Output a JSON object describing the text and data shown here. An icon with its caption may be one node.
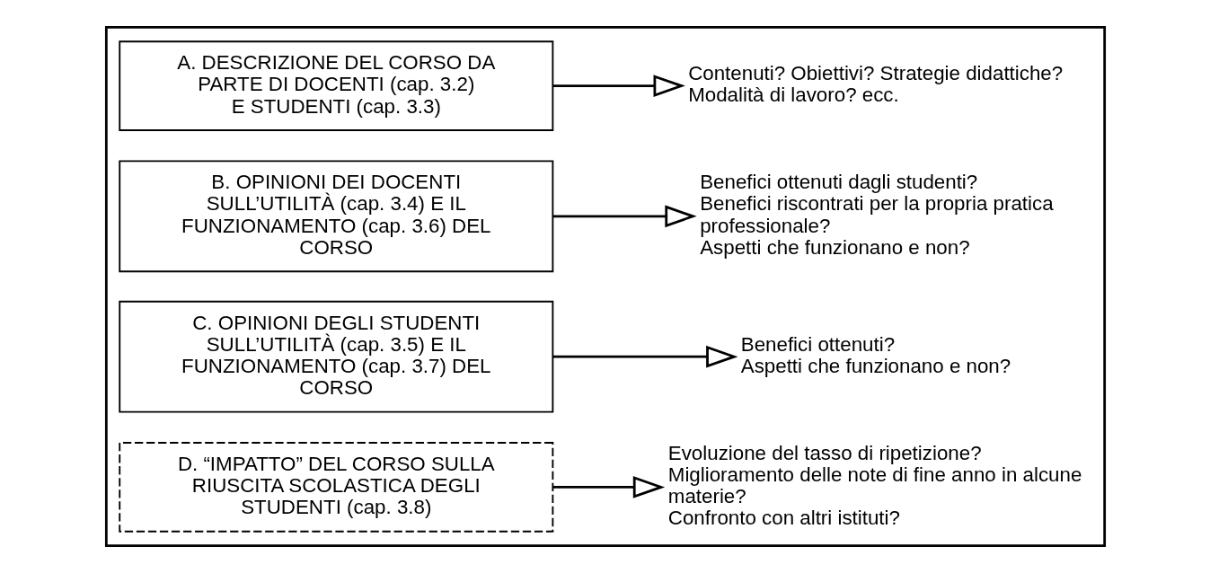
{
  "diagram": {
    "nodes": [
      {
        "text": [],
        "shape": "box"
      },
      {
        "text": [
          "A. DESCRIZIONE DEL CORSO DA PARTE DI DOCENTI (cap. 3.2) E STUDENTI (cap. 3.3)"
        ],
        "in": 0
      },
      {
        "text": [
          "Contenuti? Obiettivi? Strategie didattiche? Modalità di lavoro? ecc."
        ],
        "in": 0
      },
      {
        "text": [
          "B. OPINIONI DEI DOCENTI SULL’UTILITÀ (cap. 3.4) E IL FUNZIONAMENTO (cap. 3.6) DEL CORSO"
        ],
        "in": 0
      },
      {
        "text": [
          "Benefici ottenuti dagli studenti?",
          "Benefici riscontrati per la propria pratica professionale?",
          "Aspetti che funzionano e non?"
        ],
        "in": 0
      },
      {
        "text": [
          "C. OPINIONI DEGLI STUDENTI SULL’UTILITÀ (cap. 3.5) E IL FUNZIONAMENTO (cap. 3.7) DEL CORSO"
        ],
        "in": 0
      },
      {
        "text": [
          "Benefici ottenuti?",
          "Aspetti che funzionano e non?"
        ],
        "in": 0
      },
      {
        "text": [
          "D. “IMPATTO” DEL CORSO SULLA RIUSCITA SCOLASTICA DEGLI STUDENTI (cap. 3.8)"
        ],
        "in": 0
      },
      {
        "text": [
          "Evoluzione del tasso di ripetizione?",
          "Miglioramento delle note di fine anno in alcune materie?",
          "Confronto con altri istituti?"
        ],
        "in": 0
      }
    ],
    "edges": [
      {
        "from": 1,
        "to": 2,
        "arrow": "to"
      },
      {
        "from": 3,
        "to": 4,
        "arrow": "to"
      },
      {
        "from": 5,
        "to": 6,
        "arrow": "to"
      },
      {
        "from": 7,
        "to": 8,
        "arrow": "to"
      }
    ]
  }
}
